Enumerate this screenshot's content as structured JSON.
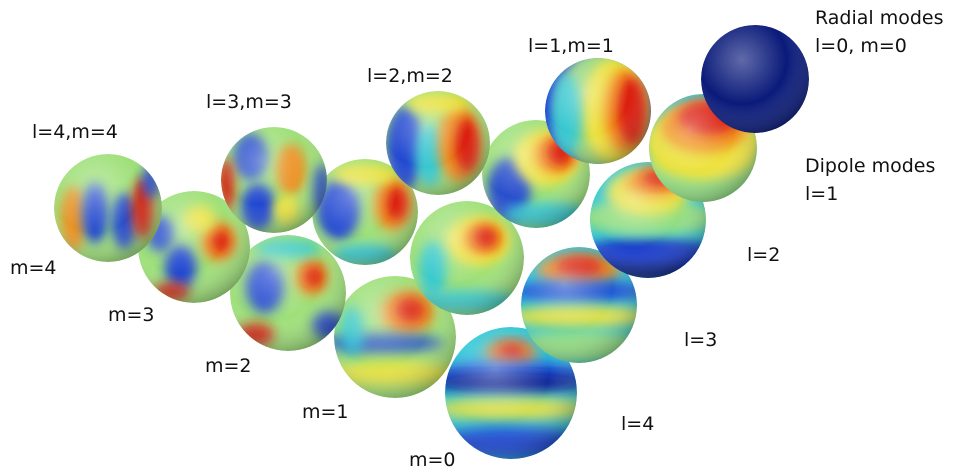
{
  "colors": {
    "deep_blue": "#0a1a7a",
    "blue": "#1f3fd6",
    "cyan": "#2ec7d8",
    "green": "#9fe07a",
    "yellow": "#f2e23a",
    "orange": "#f28a1c",
    "red": "#d9150f",
    "background": "#ffffff"
  },
  "labels": {
    "radial_title": "Radial modes",
    "radial_sub": "l=0, m=0",
    "dipole_title": "Dipole modes",
    "dipole_sub": "l=1",
    "l2": "l=2",
    "l3": "l=3",
    "l4": "l=4",
    "l1m1": "l=1,m=1",
    "l2m2": "l=2,m=2",
    "l3m3": "l=3,m=3",
    "l4m4": "l=4,m=4",
    "m4": "m=4",
    "m3": "m=3",
    "m2": "m=2",
    "m1": "m=1",
    "m0": "m=0"
  },
  "modes": [
    {
      "l": 0,
      "m": 0
    },
    {
      "l": 1,
      "m": 1
    },
    {
      "l": 1,
      "m": 0
    },
    {
      "l": 2,
      "m": 2
    },
    {
      "l": 2,
      "m": 1
    },
    {
      "l": 2,
      "m": 0
    },
    {
      "l": 3,
      "m": 3
    },
    {
      "l": 3,
      "m": 2
    },
    {
      "l": 3,
      "m": 1
    },
    {
      "l": 3,
      "m": 0
    },
    {
      "l": 4,
      "m": 4
    },
    {
      "l": 4,
      "m": 3
    },
    {
      "l": 4,
      "m": 2
    },
    {
      "l": 4,
      "m": 1
    },
    {
      "l": 4,
      "m": 0
    }
  ]
}
